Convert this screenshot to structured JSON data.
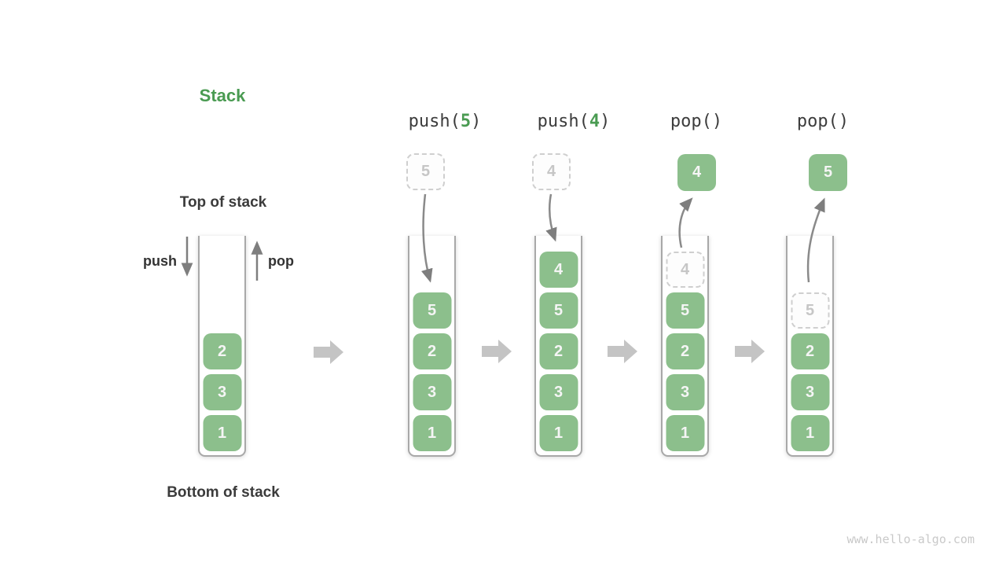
{
  "title": "Stack",
  "labels": {
    "top_of_stack": "Top of stack",
    "bottom_of_stack": "Bottom of stack",
    "push": "push",
    "pop": "pop"
  },
  "operations": [
    {
      "prefix": "push(",
      "arg": "5",
      "suffix": ")"
    },
    {
      "prefix": "push(",
      "arg": "4",
      "suffix": ")"
    },
    {
      "prefix": "pop()",
      "arg": "",
      "suffix": ""
    },
    {
      "prefix": "pop()",
      "arg": "",
      "suffix": ""
    }
  ],
  "floating_boxes": [
    {
      "v": "5",
      "style": "ghost"
    },
    {
      "v": "4",
      "style": "ghost"
    },
    {
      "v": "4",
      "style": "solid"
    },
    {
      "v": "5",
      "style": "solid"
    }
  ],
  "stacks": [
    {
      "cells": [
        {
          "v": "2"
        },
        {
          "v": "3"
        },
        {
          "v": "1"
        }
      ]
    },
    {
      "cells": [
        {
          "v": "5"
        },
        {
          "v": "2"
        },
        {
          "v": "3"
        },
        {
          "v": "1"
        }
      ]
    },
    {
      "cells": [
        {
          "v": "4"
        },
        {
          "v": "5"
        },
        {
          "v": "2"
        },
        {
          "v": "3"
        },
        {
          "v": "1"
        }
      ]
    },
    {
      "cells": [
        {
          "v": "4",
          "style": "ghost"
        },
        {
          "v": "5"
        },
        {
          "v": "2"
        },
        {
          "v": "3"
        },
        {
          "v": "1"
        }
      ]
    },
    {
      "cells": [
        {
          "v": "5",
          "style": "ghost"
        },
        {
          "v": "2"
        },
        {
          "v": "3"
        },
        {
          "v": "1"
        }
      ]
    }
  ],
  "watermark": "www.hello-algo.com",
  "colors": {
    "accent_green": "#4a9b52",
    "cell_green": "#8cbf8c",
    "cell_text": "#f5f5f5",
    "dark_text": "#3b3b3b",
    "arrow_gray": "#7e7e7e",
    "block_arrow_gray": "#c4c4c4",
    "dashed_border": "#cfcfcf",
    "dashed_text": "#c6c6c6",
    "wall_border": "#a8a8a8",
    "watermark_gray": "#c9c9c9"
  }
}
